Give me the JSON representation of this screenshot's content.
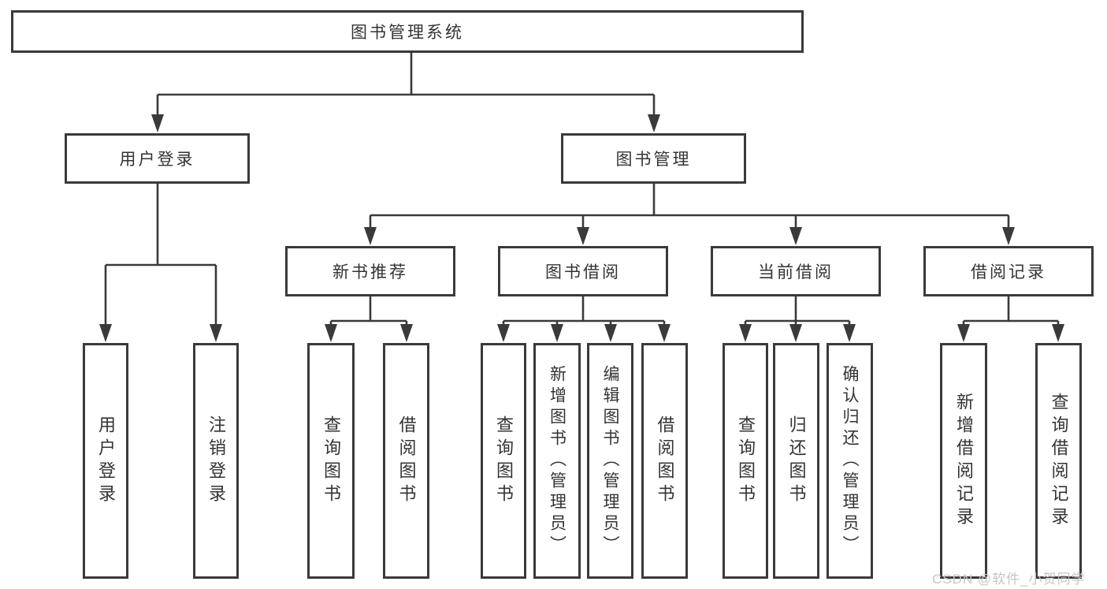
{
  "tree": {
    "root": {
      "label": "图书管理系统"
    },
    "branches": [
      {
        "label": "用户登录",
        "children": [
          {
            "label": "用户登录"
          },
          {
            "label": "注销登录"
          }
        ]
      },
      {
        "label": "图书管理",
        "children": [
          {
            "label": "新书推荐",
            "children": [
              {
                "label": "查询图书"
              },
              {
                "label": "借阅图书"
              }
            ]
          },
          {
            "label": "图书借阅",
            "children": [
              {
                "label": "查询图书"
              },
              {
                "label": "新增图书（管理员）"
              },
              {
                "label": "编辑图书（管理员）"
              },
              {
                "label": "借阅图书"
              }
            ]
          },
          {
            "label": "当前借阅",
            "children": [
              {
                "label": "查询图书"
              },
              {
                "label": "归还图书"
              },
              {
                "label": "确认归还（管理员）"
              }
            ]
          },
          {
            "label": "借阅记录",
            "children": [
              {
                "label": "新增借阅记录"
              },
              {
                "label": "查询借阅记录"
              }
            ]
          }
        ]
      }
    ]
  },
  "watermark": "CSDN @软件_小贺同学",
  "colors": {
    "line": "#3a3a3a",
    "text": "#333333",
    "watermark": "#c6c6c6",
    "background": "#ffffff"
  }
}
